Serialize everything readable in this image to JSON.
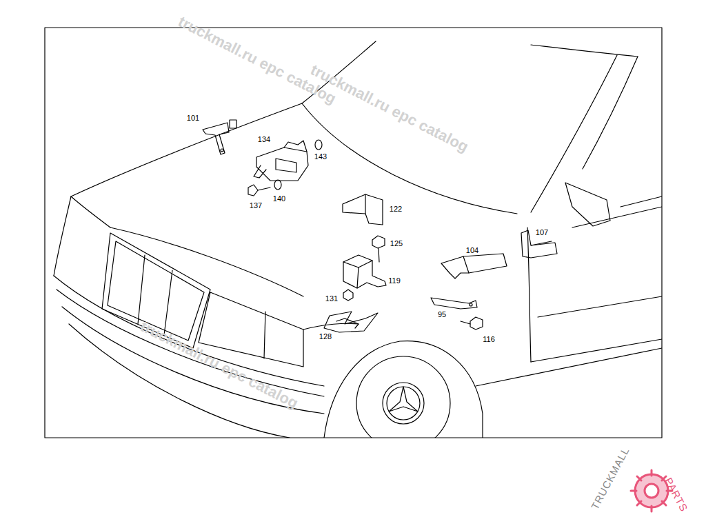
{
  "diagram": {
    "labels": [
      "101",
      "134",
      "143",
      "137",
      "140",
      "122",
      "125",
      "119",
      "131",
      "128",
      "95",
      "116",
      "104",
      "107",
      "truckmall.ru epc catalog",
      "truckmall.ru epc catalog",
      "truckmall.ru epc catalog",
      "TRUCKMALL",
      "PARTS"
    ]
  }
}
